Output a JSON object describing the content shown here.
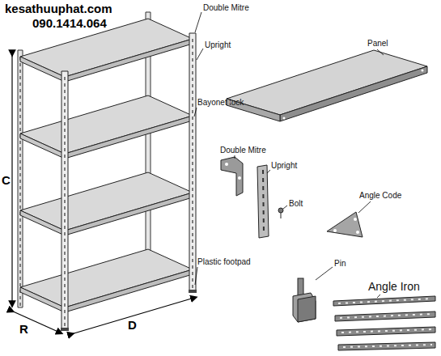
{
  "diagram": {
    "labels": [
      "kesathuuphat.com",
      "090.1414.064",
      "Double Mitre",
      "Upright",
      "Panel",
      "Bayonet lock",
      "Double Mitre",
      "Upright",
      "Bolt",
      "Angle Code",
      "Plastic footpad",
      "Pin",
      "Angle Iron",
      "C",
      "R",
      "D"
    ]
  }
}
